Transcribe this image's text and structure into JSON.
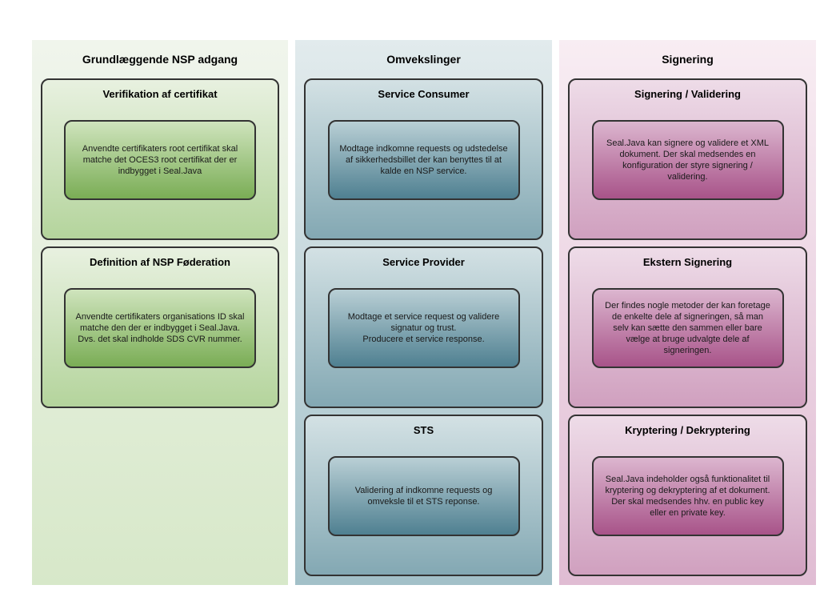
{
  "page": {
    "background": "#ffffff",
    "border_color": "#333333",
    "text_color": "#1a1a1a"
  },
  "columns": [
    {
      "header": "Grundlæggende NSP adgang",
      "theme": {
        "panel_top": "#f0f5ec",
        "panel_bottom": "#d7e8c9",
        "box_top": "#e8f1e0",
        "box_bottom": "#b4d49c",
        "inner_top": "#cfe4bd",
        "inner_bottom": "#7aad55"
      },
      "boxes": [
        {
          "title": "Verifikation af certifikat",
          "body": "Anvendte certifikaters root certifikat skal\nmatche det OCES3 root certifikat der er\nindbygget i Seal.Java"
        },
        {
          "title": "Definition af NSP Føderation",
          "body": "Anvendte certifikaters organisations ID skal\nmatche den der er indbygget i Seal.Java.\nDvs. det skal indholde SDS CVR nummer."
        }
      ]
    },
    {
      "header": "Omvekslinger",
      "theme": {
        "panel_top": "#e2ebed",
        "panel_bottom": "#a2c0c8",
        "box_top": "#d3e1e4",
        "box_bottom": "#83a8b3",
        "inner_top": "#b9cfd5",
        "inner_bottom": "#4f8091"
      },
      "boxes": [
        {
          "title": "Service Consumer",
          "body": "Modtage indkomne requests og udstedelse\naf sikkerhedsbillet der kan benyttes til at\nkalde en NSP service."
        },
        {
          "title": "Service Provider",
          "body": "Modtage et service request og validere\nsignatur og trust.\nProducere et service response."
        },
        {
          "title": "STS",
          "body": "Validering af indkomne requests og\nomveksle til et STS reponse."
        }
      ]
    },
    {
      "header": "Signering",
      "theme": {
        "panel_top": "#f8edf3",
        "panel_bottom": "#e0bcd3",
        "box_top": "#eedce8",
        "box_bottom": "#d0a0bf",
        "inner_top": "#dcb6cf",
        "inner_bottom": "#a85389"
      },
      "boxes": [
        {
          "title": "Signering / Validering",
          "body": "Seal.Java kan signere og validere et XML\ndokument. Der skal medsendes en\nkonfiguration der styre signering /\nvalidering."
        },
        {
          "title": "Ekstern Signering",
          "body": "Der findes nogle metoder der kan foretage\nde enkelte dele af signeringen, så man\nselv kan sætte den sammen eller bare\nvælge at bruge udvalgte dele af\nsigneringen."
        },
        {
          "title": "Kryptering / Dekryptering",
          "body": "Seal.Java indeholder også funktionalitet til\nkryptering og dekryptering af et dokument.\nDer skal medsendes hhv. en public key\neller en private key."
        }
      ]
    }
  ]
}
